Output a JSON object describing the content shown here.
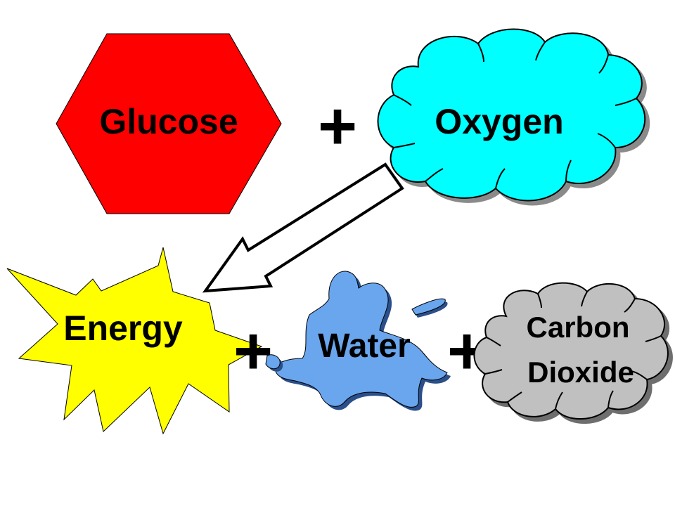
{
  "diagram": {
    "reactants": {
      "glucose": {
        "label": "Glucose",
        "color": "#ff0000"
      },
      "oxygen": {
        "label": "Oxygen",
        "color": "#00ffff"
      }
    },
    "products": {
      "energy": {
        "label": "Energy",
        "color": "#ffff00"
      },
      "water": {
        "label": "Water",
        "color": "#6aa6ee"
      },
      "carbon_dioxide": {
        "line1": "Carbon",
        "line2": "Dioxide",
        "color": "#c0c0c0"
      }
    },
    "operators": {
      "plus_1": "+",
      "plus_2": "+",
      "plus_3": "+"
    },
    "arrow_color": "#ffffff"
  }
}
